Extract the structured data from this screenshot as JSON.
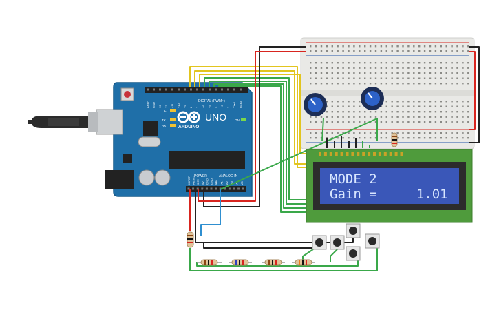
{
  "board": {
    "brand": "ARDUINO",
    "model": "UNO",
    "digital_label": "DIGITAL (PWM~)",
    "power_label": "POWER",
    "analog_label": "ANALOG IN",
    "on_label": "ON",
    "led_labels": [
      "L",
      "TX",
      "RX"
    ],
    "digital_pins": [
      "AREF",
      "GND",
      "13",
      "12",
      "~11",
      "~10",
      "~9",
      "8",
      "7",
      "~6",
      "~5",
      "4",
      "~3",
      "2",
      "TX▸1",
      "RX◂0"
    ],
    "power_pins": [
      "IOREF",
      "RESET",
      "3.3V",
      "5V",
      "GND",
      "GND",
      "Vin"
    ],
    "analog_pins": [
      "A0",
      "A1",
      "A2",
      "A3",
      "A4",
      "A5"
    ]
  },
  "lcd": {
    "line1": "MODE 2",
    "line2": "Gain =     1.01"
  },
  "colors": {
    "board": "#1f6fa8",
    "lcd_screen": "#3a57b8",
    "lcd_pcb": "#4f9b3c",
    "wire_yellow": "#e2c51f",
    "wire_green": "#3aa84a",
    "wire_red": "#d8251f",
    "wire_black": "#222222",
    "wire_blue": "#2f8fd0"
  }
}
